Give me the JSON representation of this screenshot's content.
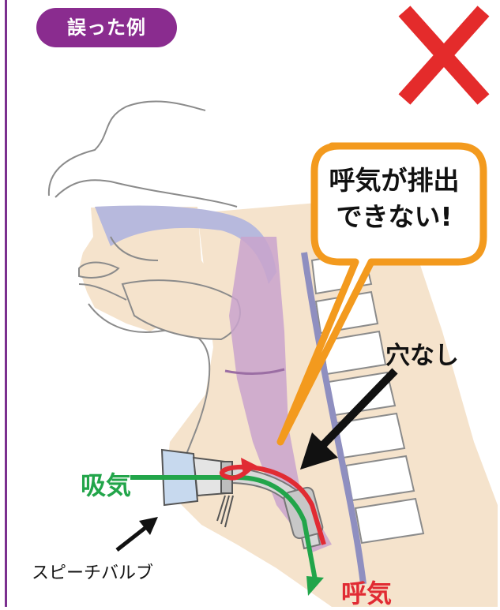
{
  "badge": {
    "label": "誤った例"
  },
  "bubble": {
    "line1": "呼気が排出",
    "line2": "できない!"
  },
  "labels": {
    "no_hole": "穴なし",
    "inhale": "吸気",
    "exhale": "呼気",
    "speech_valve": "スピーチバルブ"
  },
  "colors": {
    "badge": "#8a2c8f",
    "cross": "#e42b2b",
    "bubble_border": "#f39a1e",
    "inhale": "#22a54a",
    "exhale": "#e12b33",
    "skin": "#f5e3cc",
    "airway": "#b7b9dd",
    "pharynx": "#c9a3cc"
  }
}
